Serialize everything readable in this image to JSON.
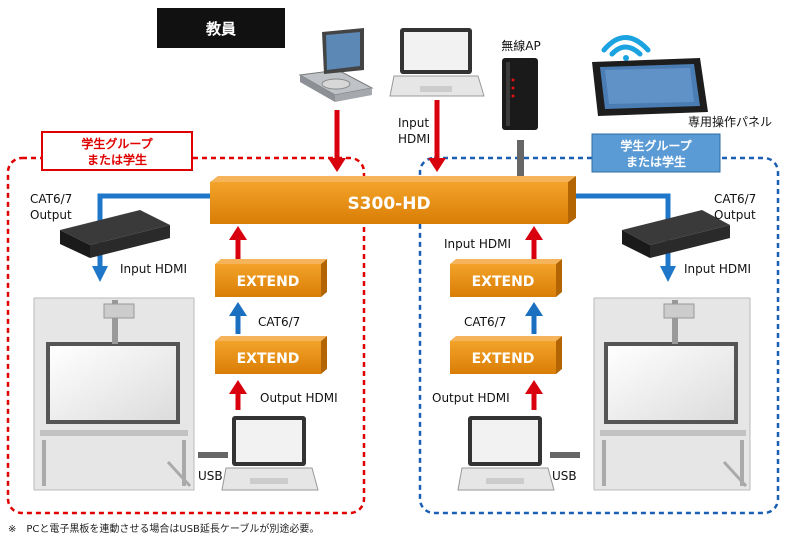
{
  "teacher_label": "教員",
  "ap_label": "無線AP",
  "panel_label": "専用操作パネル",
  "input_hdmi_top": [
    "Input",
    "HDMI"
  ],
  "hub_label": "S300-HD",
  "left_group": {
    "line1": "学生グループ",
    "line2": "または学生",
    "color": "#e00000"
  },
  "right_group": {
    "line1": "学生グループ",
    "line2": "または学生",
    "color": "#1a5fb4"
  },
  "cat_output_left": [
    "CAT6/7",
    "Output"
  ],
  "cat_output_right": [
    "CAT6/7",
    "Output"
  ],
  "input_hdmi_left": "Input HDMI",
  "input_hdmi_right": "Input HDMI",
  "input_hdmi_center_right": "Input HDMI",
  "extend_label": "EXTEND",
  "cat67_left": "CAT6/7",
  "cat67_right": "CAT6/7",
  "output_hdmi_left": "Output HDMI",
  "output_hdmi_right": "Output HDMI",
  "usb_left": "USB",
  "usb_right": "USB",
  "footnote": "※　PCと電子黒板を連動させる場合はUSB延長ケーブルが別途必要。",
  "colors": {
    "orange": "#e8900f",
    "red_arrow": "#d8000c",
    "blue_arrow": "#1a6fc0",
    "line_blue": "#1f77c9"
  }
}
